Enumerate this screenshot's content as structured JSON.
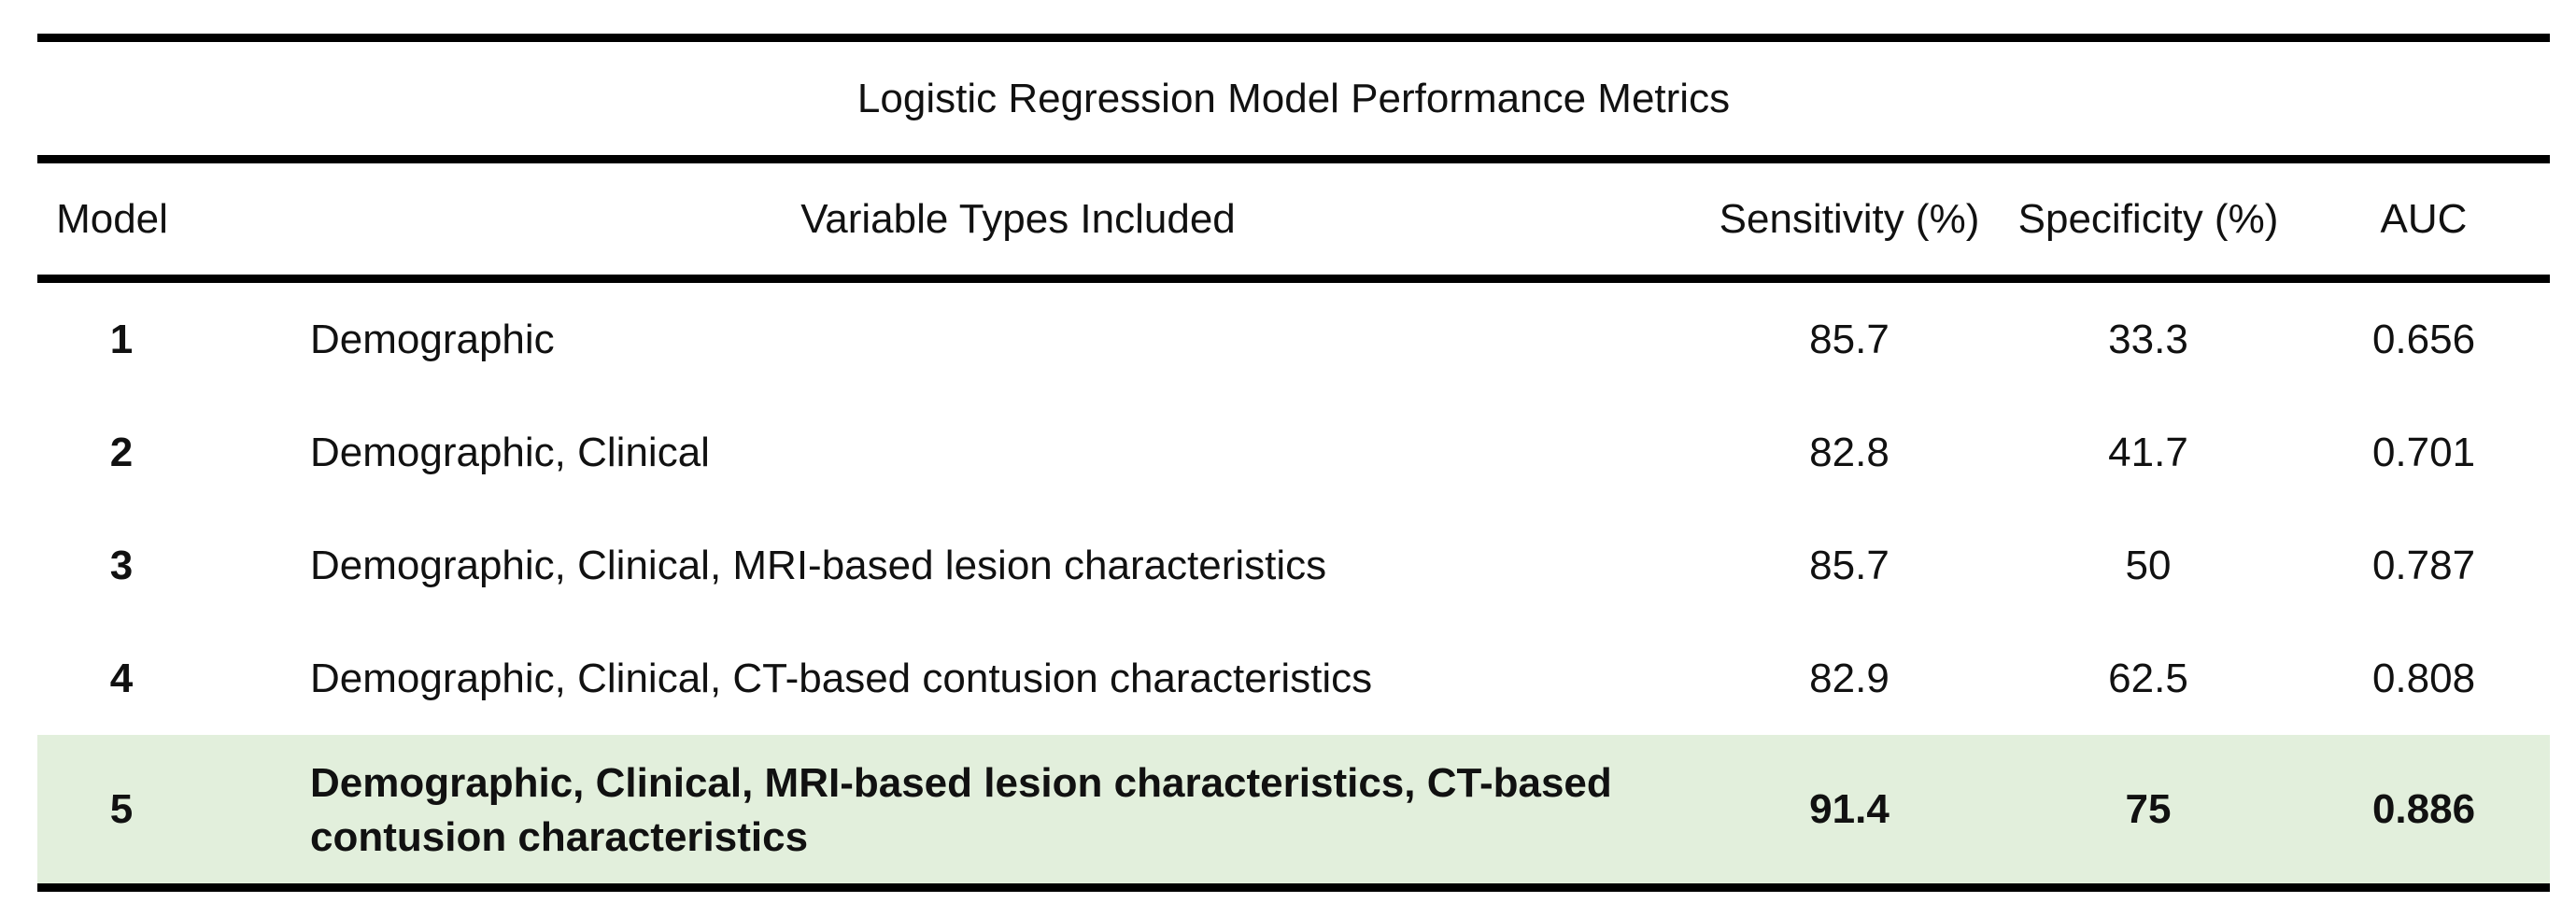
{
  "table": {
    "caption": "Logistic Regression Model Performance Metrics",
    "columns": {
      "model": "Model",
      "variables": "Variable Types Included",
      "sensitivity": "Sensitivity (%)",
      "specificity": "Specificity (%)",
      "auc": "AUC"
    },
    "rows": [
      {
        "model": "1",
        "variables": "Demographic",
        "sensitivity": "85.7",
        "specificity": "33.3",
        "auc": "0.656"
      },
      {
        "model": "2",
        "variables": "Demographic, Clinical",
        "sensitivity": "82.8",
        "specificity": "41.7",
        "auc": "0.701"
      },
      {
        "model": "3",
        "variables": "Demographic, Clinical, MRI-based lesion characteristics",
        "sensitivity": "85.7",
        "specificity": "50",
        "auc": "0.787"
      },
      {
        "model": "4",
        "variables": "Demographic, Clinical, CT-based contusion characteristics",
        "sensitivity": "82.9",
        "specificity": "62.5",
        "auc": "0.808"
      },
      {
        "model": "5",
        "variables_line1": "Demographic, Clinical, MRI-based lesion characteristics, CT-based",
        "variables_line2": "contusion characteristics",
        "sensitivity": "91.4",
        "specificity": "75",
        "auc": "0.886"
      }
    ],
    "highlight_color": "#e2efdc",
    "highlight_row": "5"
  }
}
